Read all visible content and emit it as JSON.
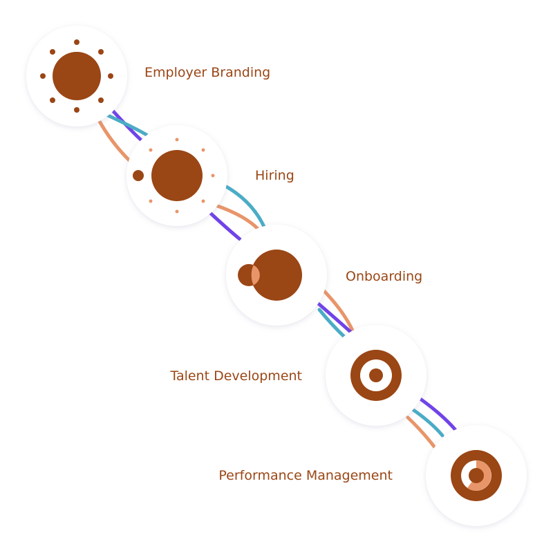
{
  "colors": {
    "primary": "#9a4615",
    "secondary": "#e8956a",
    "purple": "#7043e8",
    "teal": "#4bacc6",
    "circle_fill": "#ffffff",
    "label": "#9a4615"
  },
  "stages": [
    {
      "label": "Employer Branding",
      "icon": "sun-icon"
    },
    {
      "label": "Hiring",
      "icon": "sun-dotted-icon"
    },
    {
      "label": "Onboarding",
      "icon": "merge-circles-icon"
    },
    {
      "label": "Talent Development",
      "icon": "target-icon"
    },
    {
      "label": "Performance Management",
      "icon": "progress-ring-icon"
    }
  ]
}
